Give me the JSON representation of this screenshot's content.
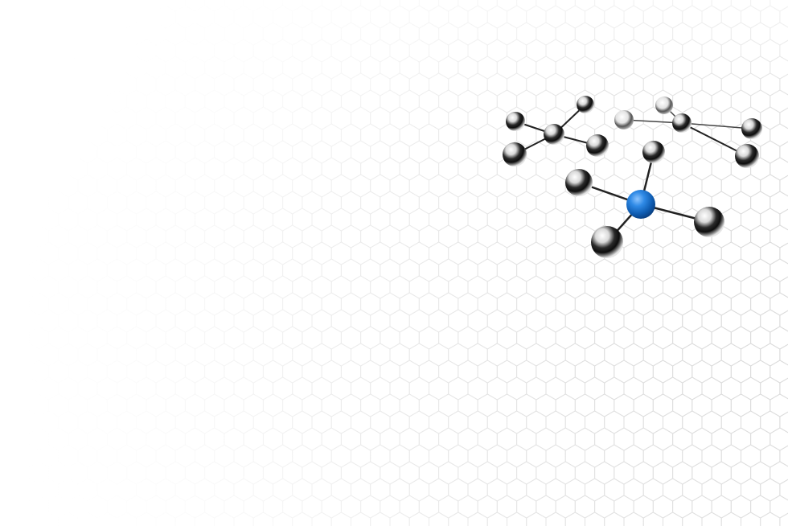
{
  "scene": {
    "background_color": "#ffffff",
    "hex_line_color": "#d6d6d6",
    "sphere_chrome_light": "#f4f4f4",
    "sphere_chrome_dark": "#111111",
    "sphere_accent_color": "#1e78d2",
    "bond_color": "#222222"
  },
  "molecules": [
    {
      "name": "left-molecule",
      "atom_count": 5,
      "accent": false
    },
    {
      "name": "right-molecule",
      "atom_count": 5,
      "accent": false
    },
    {
      "name": "blue-center-molecule",
      "atom_count": 5,
      "accent": true
    }
  ]
}
